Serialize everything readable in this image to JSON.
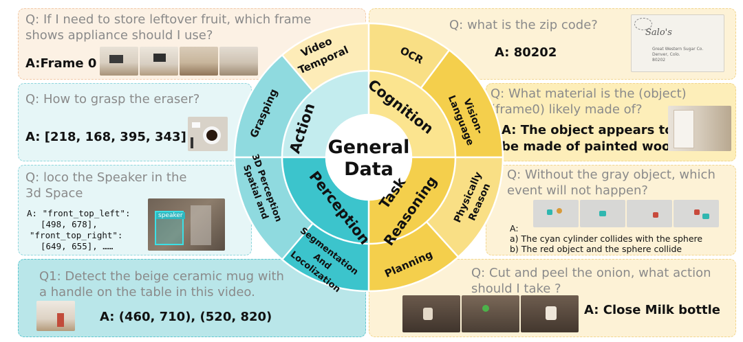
{
  "center": {
    "line1": "General",
    "line2": "Data"
  },
  "inner_ring": {
    "cognition": "Cognition",
    "action": "Action",
    "perception": "Perception",
    "task": "Task",
    "reasoning": "Reasoning"
  },
  "outer_ring": {
    "video": "Video",
    "temporal": "Temporal",
    "ocr": "OCR",
    "vision": "Vision-",
    "language": "Language",
    "physically": "Physically",
    "reason": "Reason",
    "planning": "Planning",
    "segmentation": "Segmentation",
    "and": "And",
    "localization": "Locolization",
    "spatial": "Spatial and",
    "perception3d": "3D Perception",
    "grasping": "Grasping"
  },
  "panels": {
    "fruit": {
      "q1": "Q: If I need to store leftover fruit, which frame",
      "q2": "shows appliance should I use?",
      "answer": "A:Frame 0"
    },
    "grasp": {
      "question": "Q: How to grasp the eraser?",
      "answer": "A: [218, 168, 395, 343]"
    },
    "speaker": {
      "q1": "Q: loco the Speaker in the",
      "q2": "3d Space",
      "a1": "A: \"front_top_left\":",
      "a2": "[498, 678],",
      "a3": "\"front_top_right\":",
      "a4": "[649, 655], ……",
      "tag": "speaker"
    },
    "mug": {
      "q1": "Q1: Detect the beige ceramic mug with",
      "q2": "a handle on the table in this video.",
      "answer": "A:  (460, 710), (520, 820)"
    },
    "zip": {
      "question": "Q: what is the zip code?",
      "answer": "A:  80202",
      "env1": "Salo's",
      "env2": "Great Western Sugar Co.",
      "env3": "Denver, Colo.",
      "env4": "80202"
    },
    "material": {
      "q1": "Q: What material is the (object)",
      "q2": "(frame0) likely made of?",
      "a1": "A: The object appears to",
      "a2": "be made of painted wood"
    },
    "event": {
      "q1": "Q: Without the gray object, which",
      "q2": "event will not happen?",
      "a0": "A:",
      "a1": "a) The cyan cylinder collides with the sphere",
      "a2": "b) The red object and the sphere collide"
    },
    "onion": {
      "q1": "Q: Cut and peel the onion, what action",
      "q2": "should I take ?",
      "answer": "A: Close Milk bottle"
    }
  },
  "colors": {
    "teal_dark": "#3cc4cc",
    "teal_mid": "#8fdadf",
    "teal_light": "#c3ecee",
    "yellow_dark": "#f4cf4c",
    "yellow_mid": "#f9df85",
    "yellow_light": "#fdecb8"
  }
}
